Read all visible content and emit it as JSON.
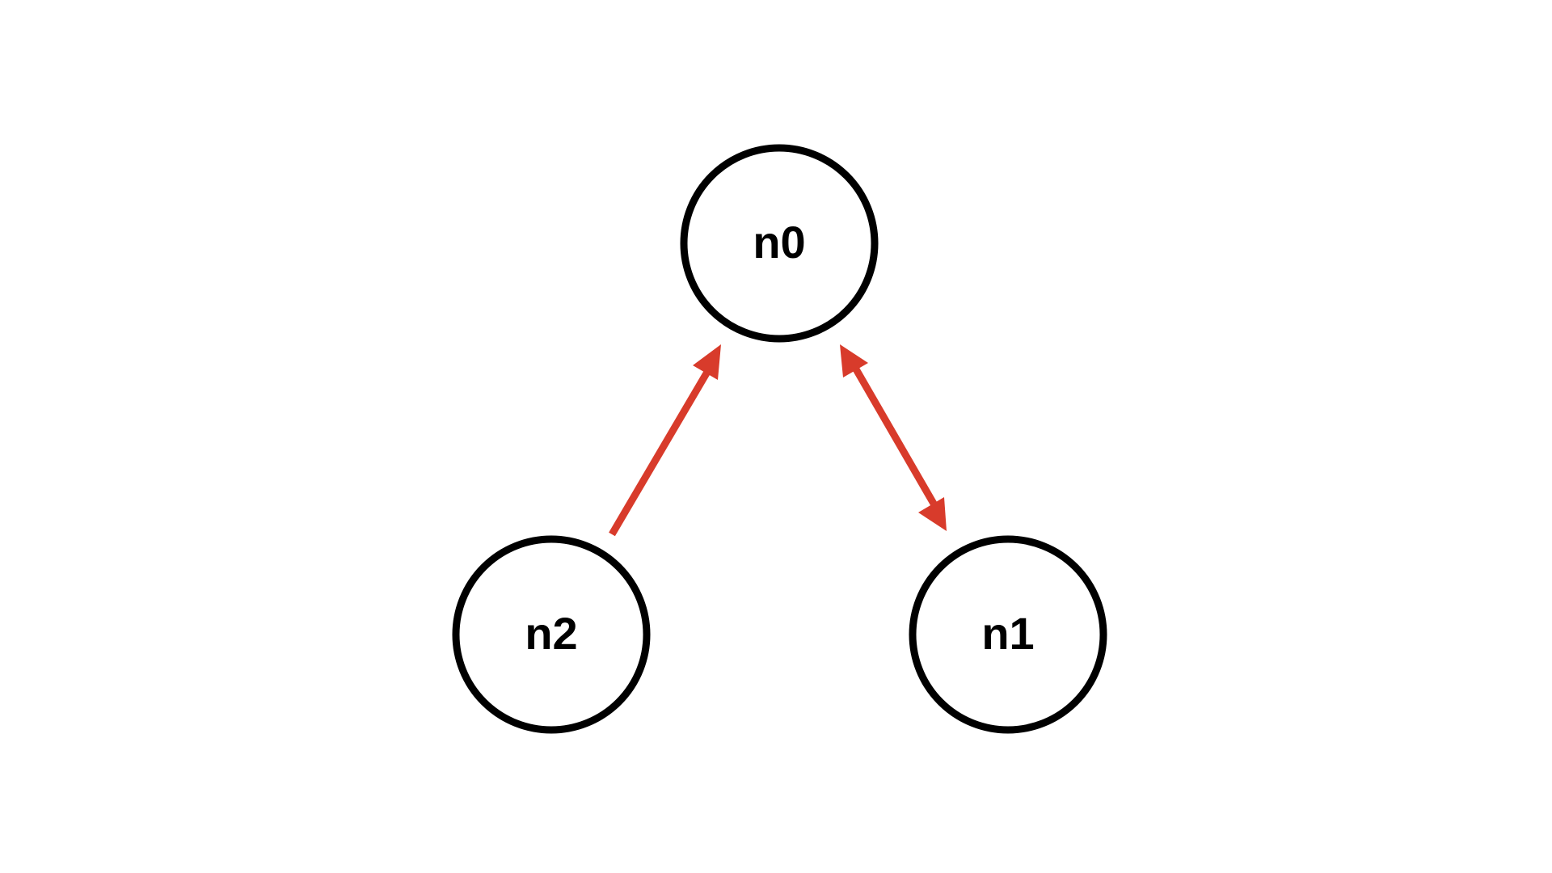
{
  "diagram": {
    "colors": {
      "node_stroke": "#000000",
      "node_fill": "#ffffff",
      "label": "#000000",
      "edge": "#d83b2b",
      "background": "#ffffff"
    },
    "nodes": [
      {
        "id": "n0",
        "label": "n0"
      },
      {
        "id": "n1",
        "label": "n1"
      },
      {
        "id": "n2",
        "label": "n2"
      }
    ],
    "edges": [
      {
        "from": "n2",
        "to": "n0",
        "arrow_start": false,
        "arrow_end": true
      },
      {
        "from": "n0",
        "to": "n1",
        "arrow_start": true,
        "arrow_end": true
      }
    ]
  }
}
